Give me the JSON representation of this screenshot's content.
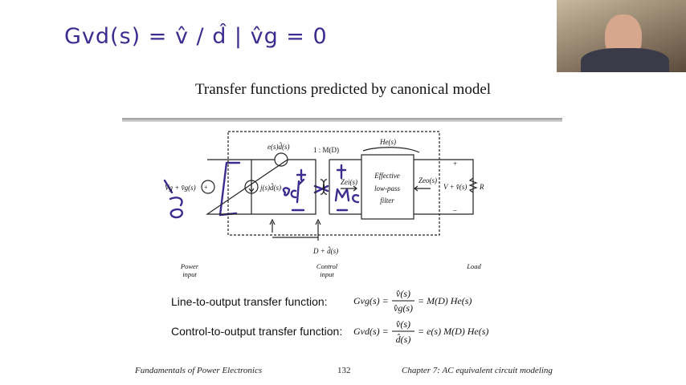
{
  "slide": {
    "title": "Transfer functions predicted by canonical model",
    "circuit": {
      "source_label": "Vg + v̂g(s)",
      "voltage_source_label": "e(s)d̂(s)",
      "current_source_label": "j(s)d̂(s)",
      "transformer_label": "1 : M(D)",
      "he_label": "He(s)",
      "zei_label": "Zei(s)",
      "zeo_label": "Zeo(s)",
      "filter_lines": [
        "Effective",
        "low-pass",
        "filter"
      ],
      "output_label": "V + v̂(s)",
      "resistor_label": "R",
      "plus": "+",
      "minus": "–",
      "control_label": "D + d̂(s)",
      "power_input": [
        "Power",
        "input"
      ],
      "control_input": [
        "Control",
        "input"
      ],
      "load": "Load"
    },
    "equations": [
      {
        "label": "Line-to-output transfer function:",
        "lhs": "Gvg(s) =",
        "num": "v̂(s)",
        "den": "v̂g(s)",
        "rhs": "= M(D) He(s)"
      },
      {
        "label": "Control-to-output transfer function:",
        "lhs": "Gvd(s) =",
        "num": "v̂(s)",
        "den": "d̂(s)",
        "rhs": "= e(s) M(D) He(s)"
      }
    ],
    "footer": {
      "left": "Fundamentals of Power Electronics",
      "page": "132",
      "right": "Chapter 7: AC equivalent circuit modeling"
    }
  },
  "handwriting": {
    "formula": "Gvd(s) = v̂ / d̂ | v̂g = 0",
    "annotations": [
      "ed",
      "Me",
      "0",
      "+",
      "–"
    ]
  },
  "colors": {
    "ink": "#3b2d8f"
  }
}
